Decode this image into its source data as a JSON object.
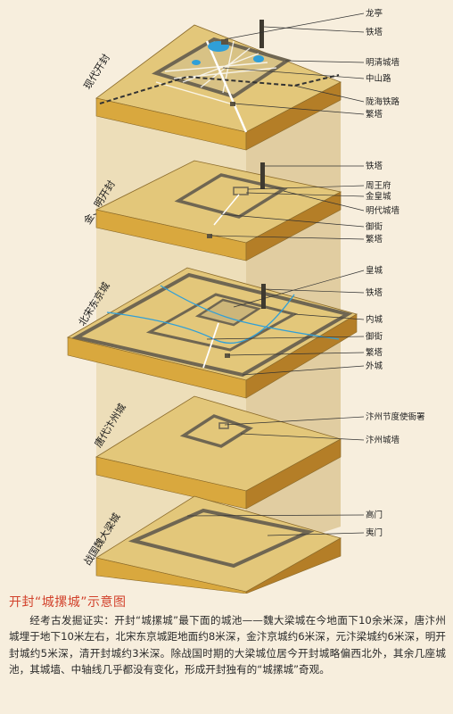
{
  "tiers": [
    {
      "name": "现代开封",
      "labels": [
        "龙亭",
        "铁塔",
        "明清城墙",
        "中山路",
        "陇海铁路",
        "繁塔"
      ]
    },
    {
      "name": "金、明开封",
      "labels": [
        "铁塔",
        "周王府",
        "金皇城",
        "明代城墙",
        "御街",
        "繁塔"
      ]
    },
    {
      "name": "北宋东京城",
      "labels": [
        "皇城",
        "铁塔",
        "内城",
        "御街",
        "繁塔",
        "外城"
      ]
    },
    {
      "name": "唐代汴州城",
      "labels": [
        "汴州节度使衙署",
        "汴州城墙"
      ]
    },
    {
      "name": "战国魏大梁城",
      "labels": [
        "高门",
        "夷门"
      ]
    }
  ],
  "caption": "开封“城摞城”示意图",
  "description": "经考古发掘证实：开封“城摞城”最下面的城池——魏大梁城在今地面下10余米深，唐汴州城埋于地下10米左右，北宋东京城距地面约8米深，金汴京城约6米深，元汴梁城约6米深，明开封城约5米深，清开封城约3米深。除战国时期的大梁城位居今开封城略偏西北外，其余几座城池，其城墙、中轴线几乎都没有变化，形成开封独有的“城摞城”奇观。",
  "colors": {
    "slab_top": "#e3c77a",
    "slab_front": "#d9a83e",
    "slab_side": "#b47e27",
    "column": "#e7d4a6",
    "wall": "#857c63",
    "water": "#2f9fd8",
    "caption": "#d2422c"
  }
}
